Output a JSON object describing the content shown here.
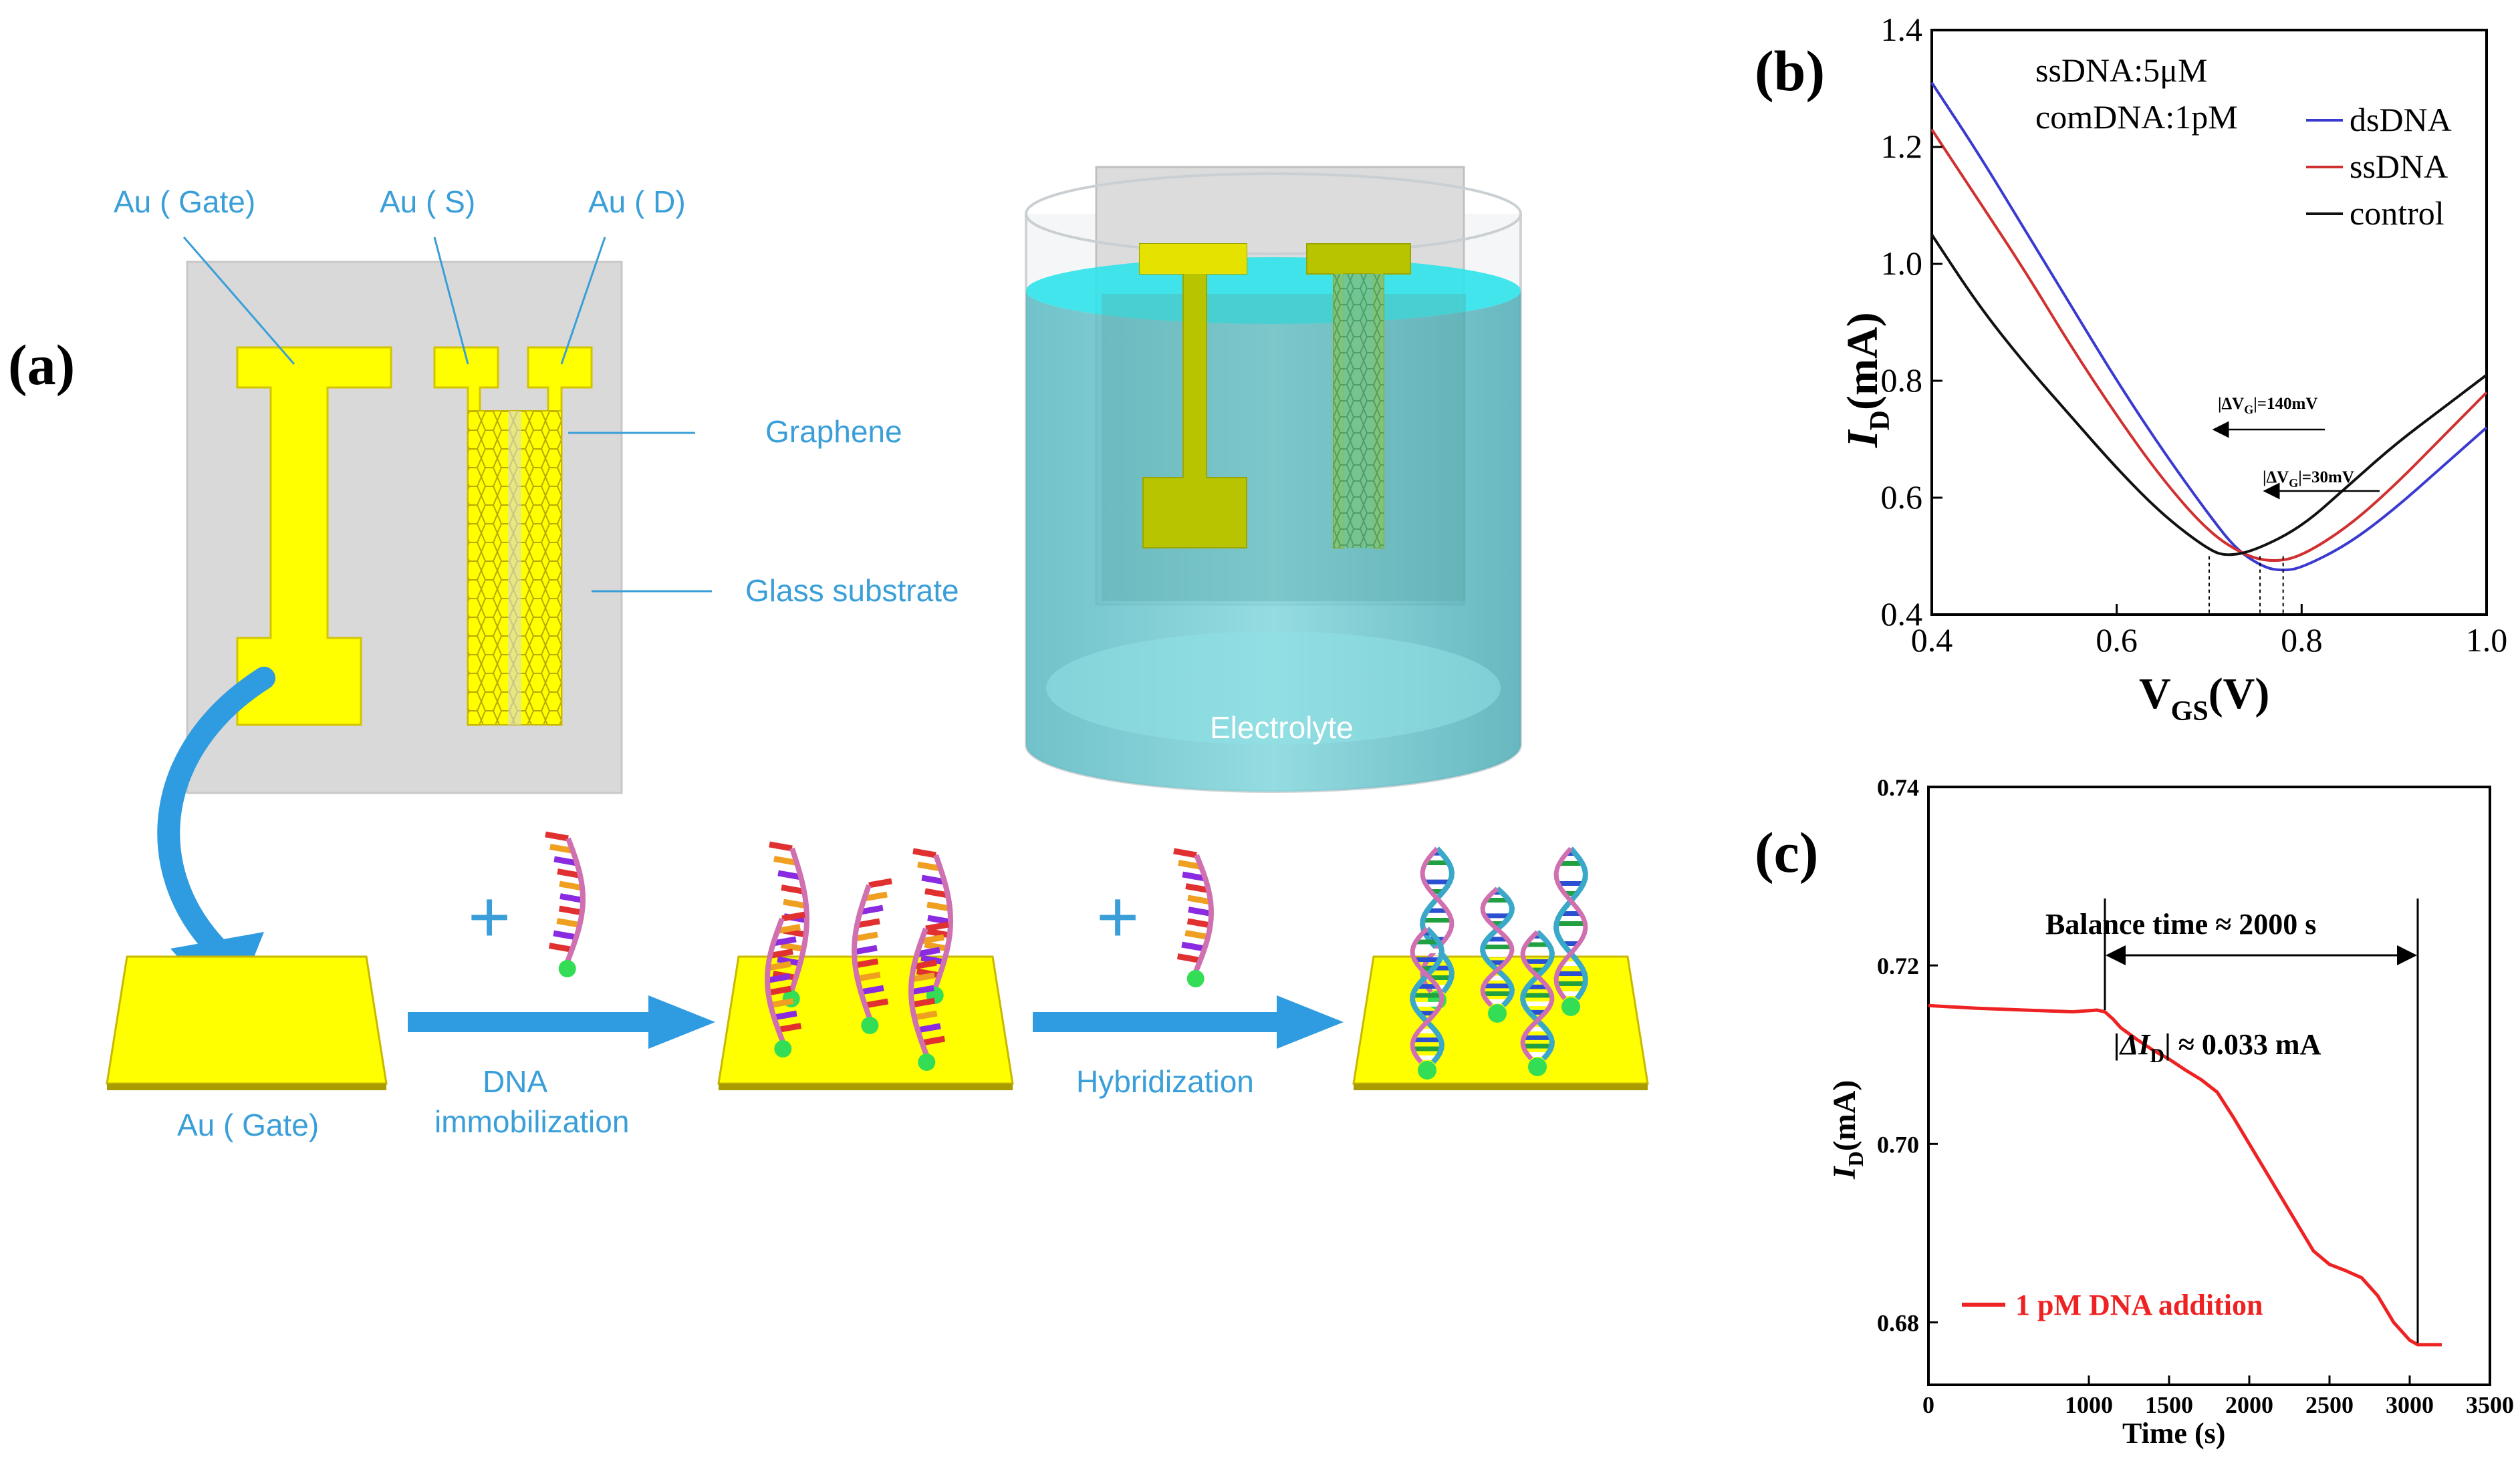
{
  "panels": {
    "a": "(a)",
    "b": "(b)",
    "c": "(c)"
  },
  "schematic": {
    "device_labels": {
      "gate": "Au ( Gate)",
      "source": "Au ( S)",
      "drain": "Au ( D)",
      "graphene": "Graphene",
      "substrate": "Glass substrate",
      "electrolyte": "Electrolyte"
    },
    "steps": {
      "gate_label": "Au ( Gate)",
      "immobilization": [
        "DNA",
        "immobilization"
      ],
      "hybridization": "Hybridization",
      "plus": "+"
    },
    "colors": {
      "gold": "#ffff00",
      "arrow_blue": "#2f9be0",
      "callout_blue": "#3a9fd8",
      "electrolyte": "#3fc6cf"
    }
  },
  "chart_data": [
    {
      "id": "b",
      "type": "line",
      "xlabel": "V",
      "xlabel_sub": "GS",
      "xlabel_unit": "(V)",
      "ylabel": "I",
      "ylabel_sub": "D",
      "ylabel_unit": "(mA)",
      "xlim": [
        0.4,
        1.0
      ],
      "ylim": [
        0.4,
        1.4
      ],
      "xticks": [
        "0.4",
        "0.6",
        "0.8",
        "1.0"
      ],
      "yticks": [
        "0.4",
        "0.6",
        "0.8",
        "1.0",
        "1.2",
        "1.4"
      ],
      "annotations": [
        "ssDNA:5μM",
        "comDNA:1pM"
      ],
      "dv_labels": [
        "|ΔV",
        "G",
        "|=140mV",
        "|ΔV",
        "G",
        "|=30mV"
      ],
      "vlines": [
        0.7,
        0.755,
        0.78
      ],
      "legend_position": "top-right",
      "series": [
        {
          "name": "dsDNA",
          "color": "#3a3ad0",
          "x": [
            0.4,
            0.45,
            0.5,
            0.55,
            0.6,
            0.65,
            0.7,
            0.73,
            0.76,
            0.78,
            0.8,
            0.85,
            0.9,
            0.95,
            1.0
          ],
          "y": [
            1.31,
            1.19,
            1.06,
            0.93,
            0.8,
            0.68,
            0.57,
            0.51,
            0.48,
            0.475,
            0.48,
            0.52,
            0.58,
            0.65,
            0.72
          ]
        },
        {
          "name": "ssDNA",
          "color": "#d03030",
          "x": [
            0.4,
            0.45,
            0.5,
            0.55,
            0.6,
            0.65,
            0.7,
            0.74,
            0.77,
            0.8,
            0.85,
            0.9,
            0.95,
            1.0
          ],
          "y": [
            1.23,
            1.11,
            0.99,
            0.86,
            0.74,
            0.63,
            0.54,
            0.5,
            0.49,
            0.5,
            0.55,
            0.62,
            0.7,
            0.78
          ]
        },
        {
          "name": "control",
          "color": "#111111",
          "x": [
            0.4,
            0.45,
            0.5,
            0.55,
            0.6,
            0.65,
            0.7,
            0.72,
            0.75,
            0.8,
            0.85,
            0.9,
            0.95,
            1.0
          ],
          "y": [
            1.05,
            0.93,
            0.83,
            0.74,
            0.65,
            0.57,
            0.51,
            0.5,
            0.51,
            0.55,
            0.62,
            0.69,
            0.75,
            0.81
          ]
        }
      ]
    },
    {
      "id": "c",
      "type": "line",
      "xlabel": "Time (s)",
      "ylabel": "I",
      "ylabel_sub": "D",
      "ylabel_unit": "(mA)",
      "xlim": [
        0,
        3500
      ],
      "ylim": [
        0.673,
        0.74
      ],
      "xticks": [
        "0",
        "1000",
        "1500",
        "2000",
        "2500",
        "3000",
        "3500"
      ],
      "xtick_values": [
        0,
        1000,
        1500,
        2000,
        2500,
        3000,
        3500
      ],
      "yticks": [
        "0.68",
        "0.70",
        "0.72",
        "0.74"
      ],
      "ytick_values": [
        0.68,
        0.7,
        0.72,
        0.74
      ],
      "balance_label": "Balance time ≈ 2000 s",
      "delta_label": "|ΔI",
      "delta_sub": "D",
      "delta_value": "| ≈ 0.033 mA",
      "balance_span": [
        1100,
        3050
      ],
      "series": [
        {
          "name": "1 pM DNA addition",
          "color": "#ee2222",
          "x": [
            0,
            300,
            600,
            900,
            1050,
            1100,
            1150,
            1200,
            1300,
            1400,
            1500,
            1600,
            1700,
            1800,
            1900,
            2000,
            2100,
            2200,
            2300,
            2400,
            2500,
            2600,
            2700,
            2800,
            2900,
            3000,
            3050,
            3100,
            3200
          ],
          "y": [
            0.7155,
            0.7152,
            0.715,
            0.7148,
            0.715,
            0.7148,
            0.714,
            0.713,
            0.7117,
            0.7105,
            0.7095,
            0.7083,
            0.7072,
            0.7058,
            0.703,
            0.7,
            0.697,
            0.694,
            0.691,
            0.688,
            0.6865,
            0.6858,
            0.685,
            0.683,
            0.68,
            0.678,
            0.6775,
            0.6775,
            0.6775
          ]
        }
      ]
    }
  ]
}
